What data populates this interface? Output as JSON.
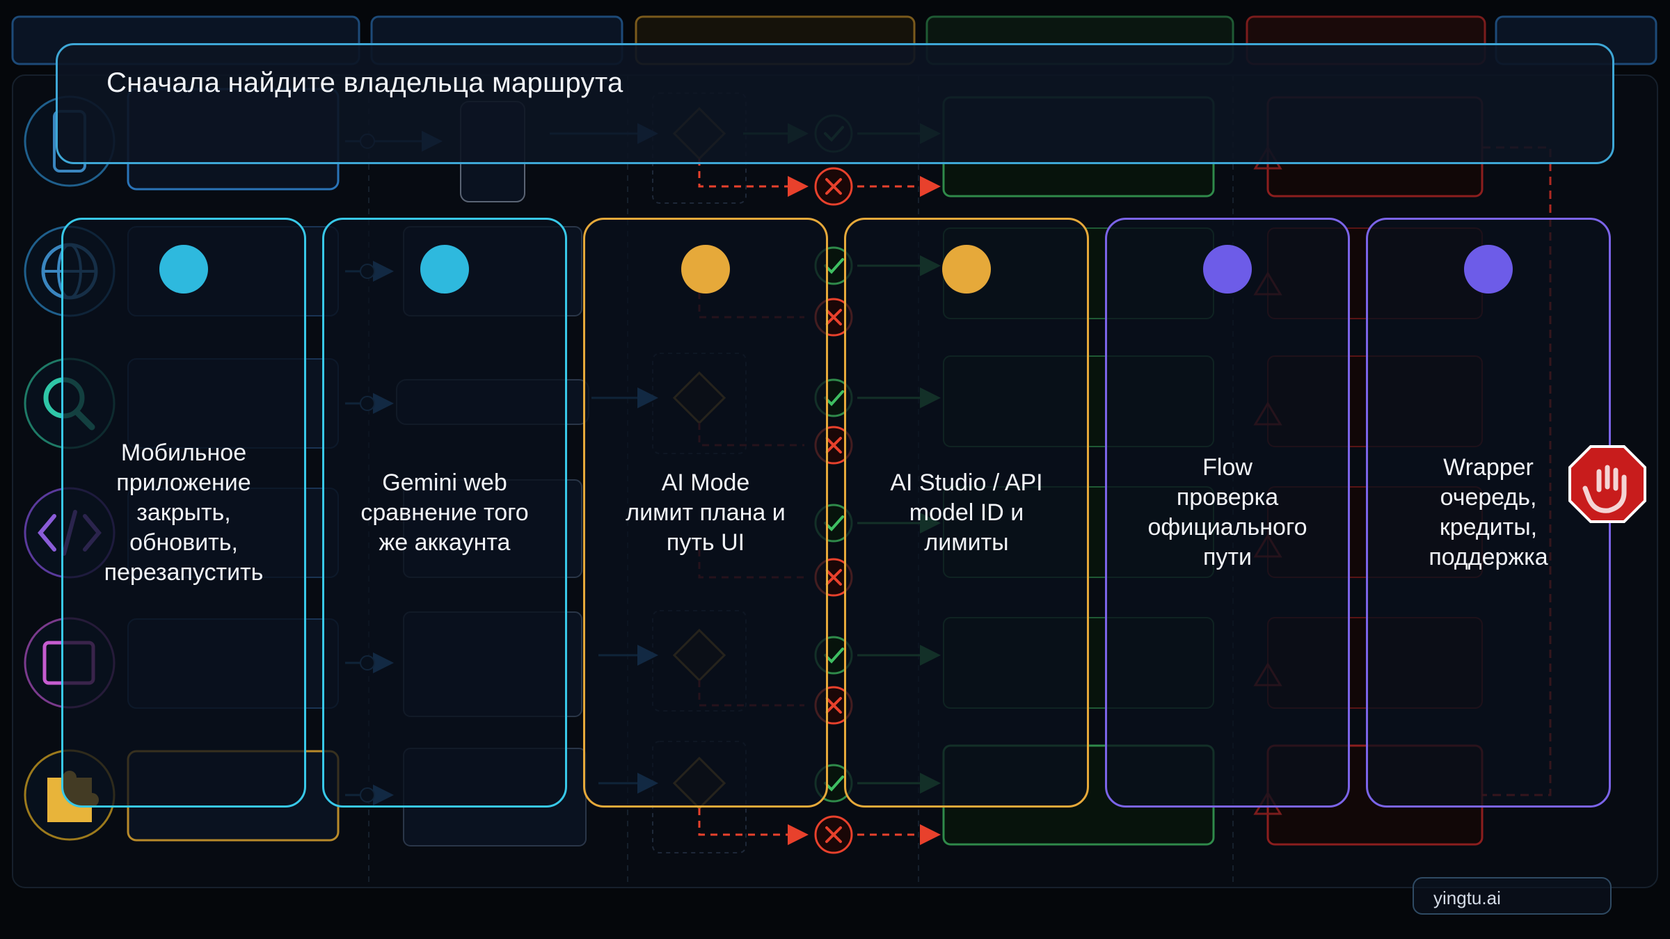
{
  "title": "Сначала найдите владельца маршрута",
  "cards": [
    {
      "label": "Мобильное\nприложение\nзакрыть,\nобновить,\nперезапустить",
      "color": "#38c8e8",
      "dot": "#2eb9de"
    },
    {
      "label": "Gemini web\nсравнение того\nже аккаунта",
      "color": "#38c8e8",
      "dot": "#2eb9de"
    },
    {
      "label": "AI Mode\nлимит плана и\nпуть UI",
      "color": "#e6a93a",
      "dot": "#e6a93a"
    },
    {
      "label": "AI Studio / API\nmodel ID и\nлимиты",
      "color": "#e6a93a",
      "dot": "#e6a93a"
    },
    {
      "label": "Flow\nпроверка\nофициального\nпути",
      "color": "#7b64e8",
      "dot": "#6d5ce8"
    },
    {
      "label": "Wrapper\nочередь,\nкредиты,\nподдержка",
      "color": "#7b64e8",
      "dot": "#6d5ce8"
    }
  ],
  "left_icons": [
    "phone-icon",
    "globe-icon",
    "search-icon",
    "code-icon",
    "video-icon",
    "puzzle-icon"
  ],
  "left_icon_colors": [
    "#3aa6d8",
    "#3aa6d8",
    "#2fc7a8",
    "#8a5cd8",
    "#c65cd0",
    "#e8b43a"
  ],
  "stop_icon": "stop-hand-icon",
  "watermark": "yingtu.ai",
  "colors": {
    "background": "#05070b",
    "title_border": "#3ea7d6",
    "blue": "#3aa6d8",
    "amber": "#e6a93a",
    "green": "#3fbf62",
    "red": "#e8412c",
    "violet": "#7b64e8"
  }
}
